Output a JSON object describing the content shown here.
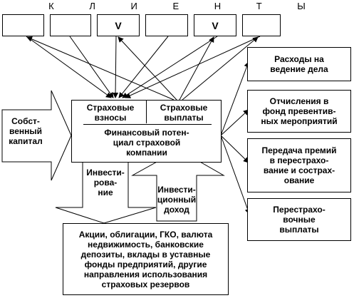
{
  "header": {
    "title": "К Л И Е Н Т Ы"
  },
  "clients": [
    {
      "mark": ""
    },
    {
      "mark": ""
    },
    {
      "mark": "V"
    },
    {
      "mark": ""
    },
    {
      "mark": "V"
    },
    {
      "mark": ""
    }
  ],
  "center": {
    "premiums": "Страховые\nвзносы",
    "payouts": "Страховые\nвыплаты",
    "potential": "Финансовый потен-\nциал страховой\nкомпании"
  },
  "equity": {
    "label": "Собст-\nвенный\nкапитал"
  },
  "investing": {
    "label": "Инвести-\nрова-\nние"
  },
  "income": {
    "label": "Инвести-\nционный\nдоход"
  },
  "outputs": [
    {
      "label": "Расходы на\nведение дела"
    },
    {
      "label": "Отчисления в\nфонд превентив-\nных мероприятий"
    },
    {
      "label": "Передача премий\nв перестрахо-\nвание и сострах-\nование"
    },
    {
      "label": "Перестрахо-\nвочные\nвыплаты"
    }
  ],
  "assets": {
    "label": "Акции, облигации, ГКО, валюта\nнедвижимость, банковские\nдепозиты, вклады в уставные\nфонды предприятий, другие\nнаправления использования\nстраховых резервов"
  }
}
